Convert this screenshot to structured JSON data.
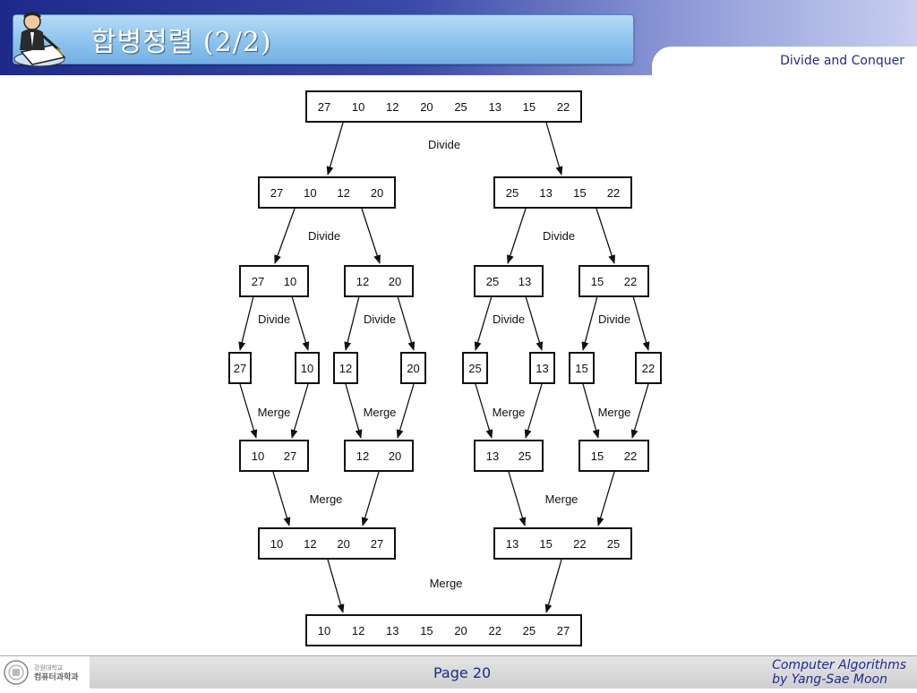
{
  "header": {
    "title": "합병정렬 (2/2)",
    "section_tab": "Divide and Conquer"
  },
  "diagram": {
    "stages": [
      {
        "groups": [
          [
            27,
            10,
            12,
            20,
            25,
            13,
            15,
            22
          ]
        ]
      },
      {
        "groups": [
          [
            27,
            10,
            12,
            20
          ],
          [
            25,
            13,
            15,
            22
          ]
        ]
      },
      {
        "groups": [
          [
            27,
            10
          ],
          [
            12,
            20
          ],
          [
            25,
            13
          ],
          [
            15,
            22
          ]
        ]
      },
      {
        "groups": [
          [
            27
          ],
          [
            10
          ],
          [
            12
          ],
          [
            20
          ],
          [
            25
          ],
          [
            13
          ],
          [
            15
          ],
          [
            22
          ]
        ]
      },
      {
        "groups": [
          [
            10,
            27
          ],
          [
            12,
            20
          ],
          [
            13,
            25
          ],
          [
            15,
            22
          ]
        ]
      },
      {
        "groups": [
          [
            10,
            12,
            20,
            27
          ],
          [
            13,
            15,
            22,
            25
          ]
        ]
      },
      {
        "groups": [
          [
            10,
            12,
            13,
            15,
            20,
            22,
            25,
            27
          ]
        ]
      }
    ],
    "labels": {
      "divide": "Divide",
      "merge": "Merge"
    }
  },
  "footer": {
    "page": "Page 20",
    "credit_line1": "Computer Algorithms",
    "credit_line2": "by Yang-Sae Moon",
    "logo_text_top": "강원대학교",
    "logo_text_bottom": "컴퓨터과학과"
  }
}
